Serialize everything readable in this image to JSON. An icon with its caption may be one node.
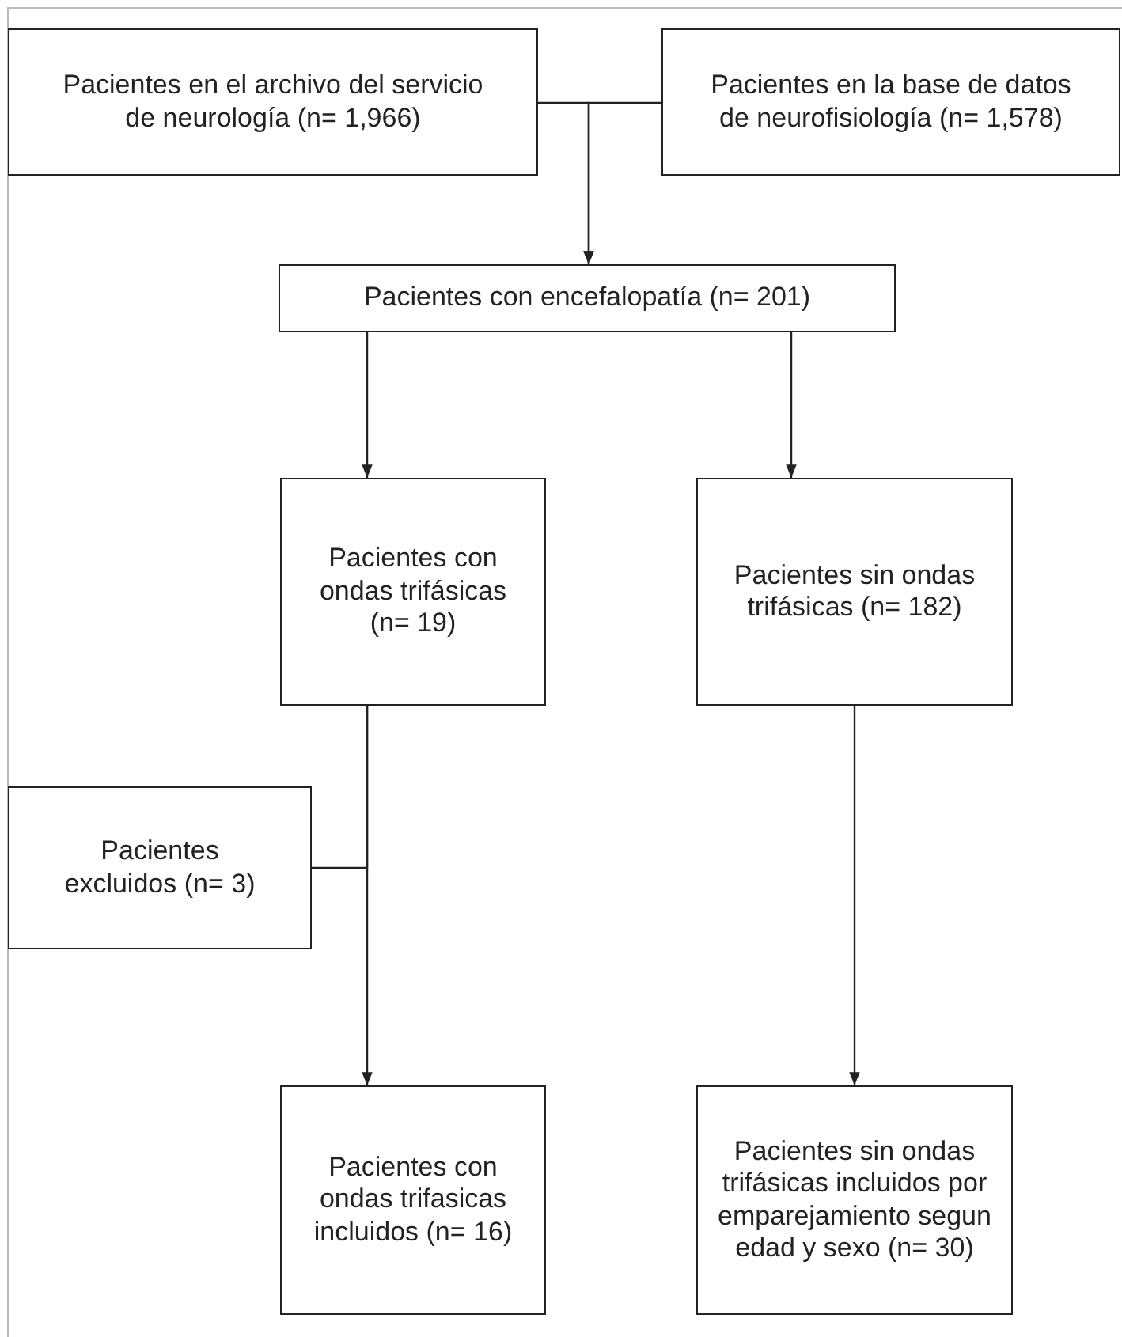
{
  "diagram": {
    "nodes": [
      {
        "text": [
          "Pacientes en el archivo del servicio de neurología (n= 1,966)"
        ]
      },
      {
        "text": [
          "Pacientes en la base de datos de neurofisiología (n= 1,578)"
        ]
      },
      {
        "text": [
          "Pacientes con encefalopatía (n= 201)"
        ]
      },
      {
        "text": [
          "Pacientes con ondas trifásicas (n= 19)"
        ]
      },
      {
        "text": [
          "Pacientes sin ondas trifásicas (n= 182)"
        ]
      },
      {
        "text": [
          "Pacientes excluidos (n= 3)"
        ]
      },
      {
        "text": [
          "Pacientes con ondas trifasicas incluidos (n= 16)"
        ]
      },
      {
        "text": [
          "Pacientes sin ondas trifásicas incluidos por emparejamiento segun edad y sexo (n= 30)"
        ]
      }
    ],
    "edges": [
      {
        "from": 0,
        "to": 2,
        "arrow": "to"
      },
      {
        "from": 1,
        "to": 2,
        "arrow": "to"
      },
      {
        "from": 2,
        "to": 3,
        "arrow": "to"
      },
      {
        "from": 2,
        "to": 4,
        "arrow": "to"
      },
      {
        "from": 3,
        "to": 5,
        "arrow": "none"
      },
      {
        "from": 3,
        "to": 6,
        "arrow": "to"
      },
      {
        "from": 4,
        "to": 7,
        "arrow": "to"
      }
    ]
  }
}
